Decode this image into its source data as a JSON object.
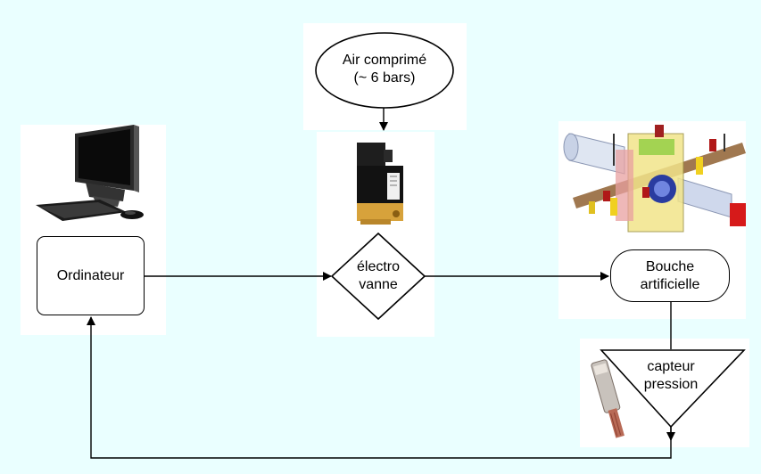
{
  "nodes": {
    "computer": "Ordinateur",
    "air_line1": "Air comprimé",
    "air_line2": "(~ 6 bars)",
    "valve_line1": "électro",
    "valve_line2": "vanne",
    "mouth_line1": "Bouche",
    "mouth_line2": "artificielle",
    "sensor_line1": "capteur",
    "sensor_line2": "pression"
  },
  "colors": {
    "background": "#eaffff",
    "panel": "#ffffff",
    "stroke": "#000000"
  },
  "icons": [
    "computer-icon",
    "solenoid-valve-icon",
    "artificial-mouth-cad-icon",
    "pressure-sensor-icon"
  ]
}
